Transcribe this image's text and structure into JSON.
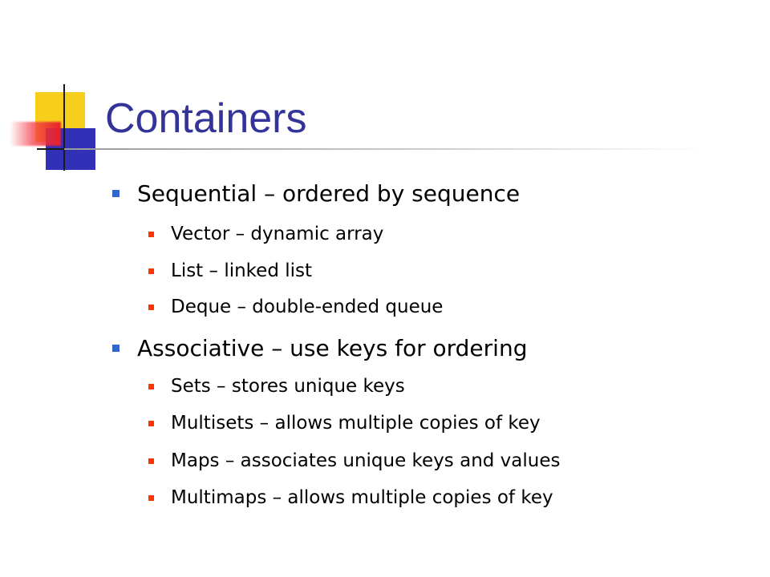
{
  "slide": {
    "title": "Containers",
    "sections": [
      {
        "label": "Sequential – ordered by sequence",
        "items": [
          "Vector – dynamic array",
          "List – linked list",
          "Deque – double-ended queue"
        ]
      },
      {
        "label": "Associative – use keys for ordering",
        "items": [
          "Sets – stores unique keys",
          "Multisets – allows multiple copies of key",
          "Maps – associates unique keys and values",
          "Multimaps – allows multiple copies of key"
        ]
      }
    ]
  },
  "colors": {
    "title": "#333399",
    "level1_bullet": "#3366cc",
    "level2_bullet": "#ff3300",
    "logo_yellow": "#f7cf1a",
    "logo_blue": "#3131b8",
    "logo_red": "#e8202a"
  }
}
